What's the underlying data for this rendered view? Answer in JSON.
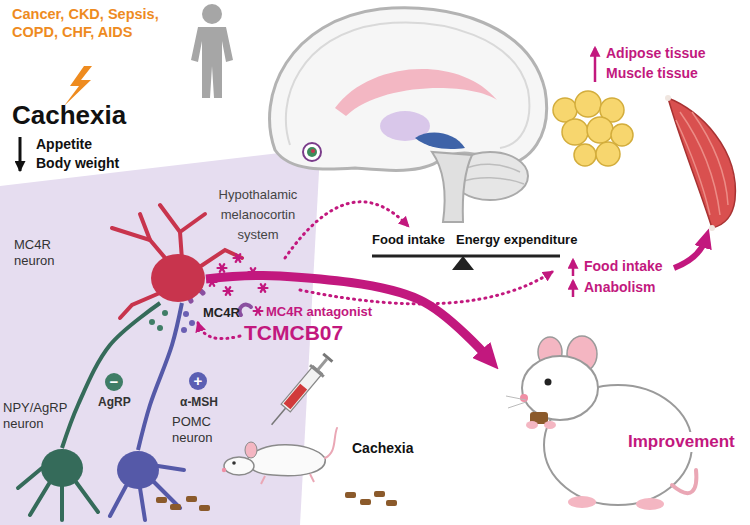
{
  "diagram": {
    "nodes": [
      {
        "text": [
          "MC4R neuron"
        ]
      },
      {
        "text": [
          "−"
        ]
      },
      {
        "text": [
          "+"
        ]
      },
      {
        "text": [
          "NPY/AgRP neuron"
        ]
      },
      {
        "text": [
          "POMC neuron"
        ]
      },
      {
        "text": [
          "Cachexia"
        ]
      },
      {
        "text": [
          "Improvement"
        ]
      }
    ],
    "edges": [
      {
        "from": 3,
        "to": 0,
        "arrow": "none"
      },
      {
        "from": 4,
        "to": 0,
        "arrow": "none"
      },
      {
        "from": 0,
        "to": 6,
        "arrow": "to"
      }
    ],
    "labels": [
      "Cancer, CKD, Sepsis, COPD, CHF, AIDS",
      "Cachexia",
      "Appetite",
      "Body weight",
      "Hypothalamic melanocortin system",
      "MC4R",
      "AgRP",
      "α-MSH",
      "Food intake",
      "Energy expenditure",
      "MC4R antagonist",
      "TCMCB07",
      "Adipose tissue",
      "Muscle tissue",
      "Food intake",
      "Anabolism"
    ]
  }
}
